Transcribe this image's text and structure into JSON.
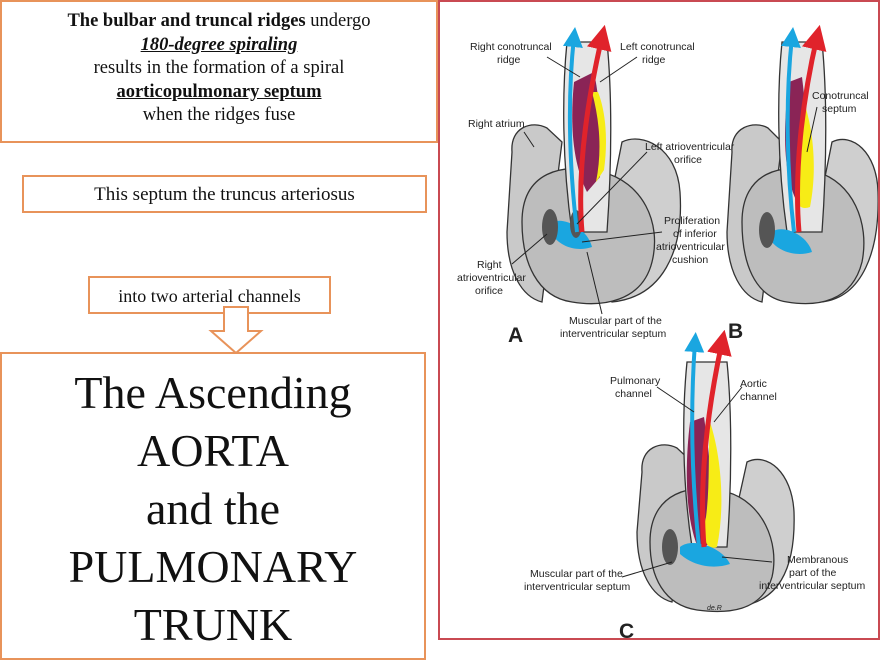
{
  "box1": {
    "line1_bold": "The bulbar and truncal ridges",
    "line1_rest": " undergo",
    "line2": "180-degree spiraling",
    "line3": "results in the formation of a spiral",
    "line4": "aorticopulmonary septum",
    "line5": "when the ridges fuse"
  },
  "box2": {
    "text": "This septum the truncus arteriosus"
  },
  "box3": {
    "text": "into two arterial channels"
  },
  "box4": {
    "line1": "The Ascending",
    "line2": "AORTA",
    "line3": "and the",
    "line4": "PULMONARY",
    "line5": "TRUNK"
  },
  "figure": {
    "panel_labels": [
      "A",
      "B",
      "C"
    ],
    "labels": {
      "right_conotruncal_ridge": [
        "Right conotruncal",
        "ridge"
      ],
      "left_conotruncal_ridge": [
        "Left conotruncal",
        "ridge"
      ],
      "right_atrium": "Right atrium",
      "left_av_orifice": [
        "Left atrioventricular",
        "orifice"
      ],
      "proliferation": [
        "Proliferation",
        "of inferior",
        "atrioventricular",
        "cushion"
      ],
      "right_av_orifice": [
        "Right",
        "atrioventricular",
        "orifice"
      ],
      "muscular_part_a": [
        "Muscular part of the",
        "interventricular septum"
      ],
      "conotruncal_septum": [
        "Conotruncal",
        "septum"
      ],
      "pulmonary_channel": [
        "Pulmonary",
        "channel"
      ],
      "aortic_channel": [
        "Aortic",
        "channel"
      ],
      "muscular_part_c": [
        "Muscular part of the",
        "interventricular septum"
      ],
      "membranous_part": [
        "Membranous",
        "part of the",
        "interventricular septum"
      ],
      "signature": "de.R"
    },
    "colors": {
      "red": "#e0232b",
      "blue": "#1aa6e0",
      "purple": "#8a2456",
      "yellow": "#f7ec16",
      "gray": "#bdbdbd"
    }
  }
}
